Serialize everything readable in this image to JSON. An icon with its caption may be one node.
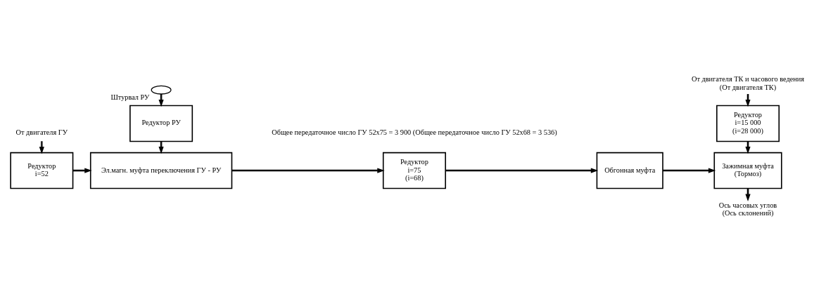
{
  "diagram": {
    "nodes": [
      {
        "text": [
          "Редуктор",
          "i=52"
        ]
      },
      {
        "text": [
          "Эл.магн. муфта переключения ГУ - РУ"
        ]
      },
      {
        "text": [
          "Редуктор",
          "i=75",
          "(i=68)"
        ]
      },
      {
        "text": [
          "Обгонная муфта"
        ]
      },
      {
        "text": [
          "Зажимная муфта",
          "(Тормоз)"
        ]
      },
      {
        "text": [
          "Редуктор РУ"
        ]
      },
      {
        "text": [
          "Редуктор",
          "i=15 000",
          "(i=28 000)"
        ]
      },
      {
        "text": [
          "От двигателя ГУ"
        ]
      },
      {
        "text": [],
        "shape": "circle",
        "beside": [
          "Штурвал РУ"
        ]
      },
      {
        "text": [
          "От двигателя ТК и часового ведения",
          "(От двигателя ТК)"
        ]
      },
      {
        "text": [
          "Ось часовых углов",
          "(Ось склонений)"
        ]
      }
    ],
    "edges": [
      {
        "from": 7,
        "to": 0,
        "arrow": "to"
      },
      {
        "from": 0,
        "to": 1,
        "arrow": "to"
      },
      {
        "from": 1,
        "to": 2,
        "arrow": "to"
      },
      {
        "from": 2,
        "to": 3,
        "arrow": "to"
      },
      {
        "from": 3,
        "to": 4,
        "arrow": "to"
      },
      {
        "from": 5,
        "to": 1,
        "arrow": "to"
      },
      {
        "from": 8,
        "to": 5,
        "arrow": "to"
      },
      {
        "from": 9,
        "to": 6,
        "arrow": "to"
      },
      {
        "from": 6,
        "to": 4,
        "arrow": "to"
      },
      {
        "from": 4,
        "to": 10,
        "arrow": "to"
      }
    ],
    "labels": [
      "Общее передаточное число ГУ 52x75 = 3 900 (Общее передаточное число ГУ 52x68 = 3 536)"
    ]
  }
}
